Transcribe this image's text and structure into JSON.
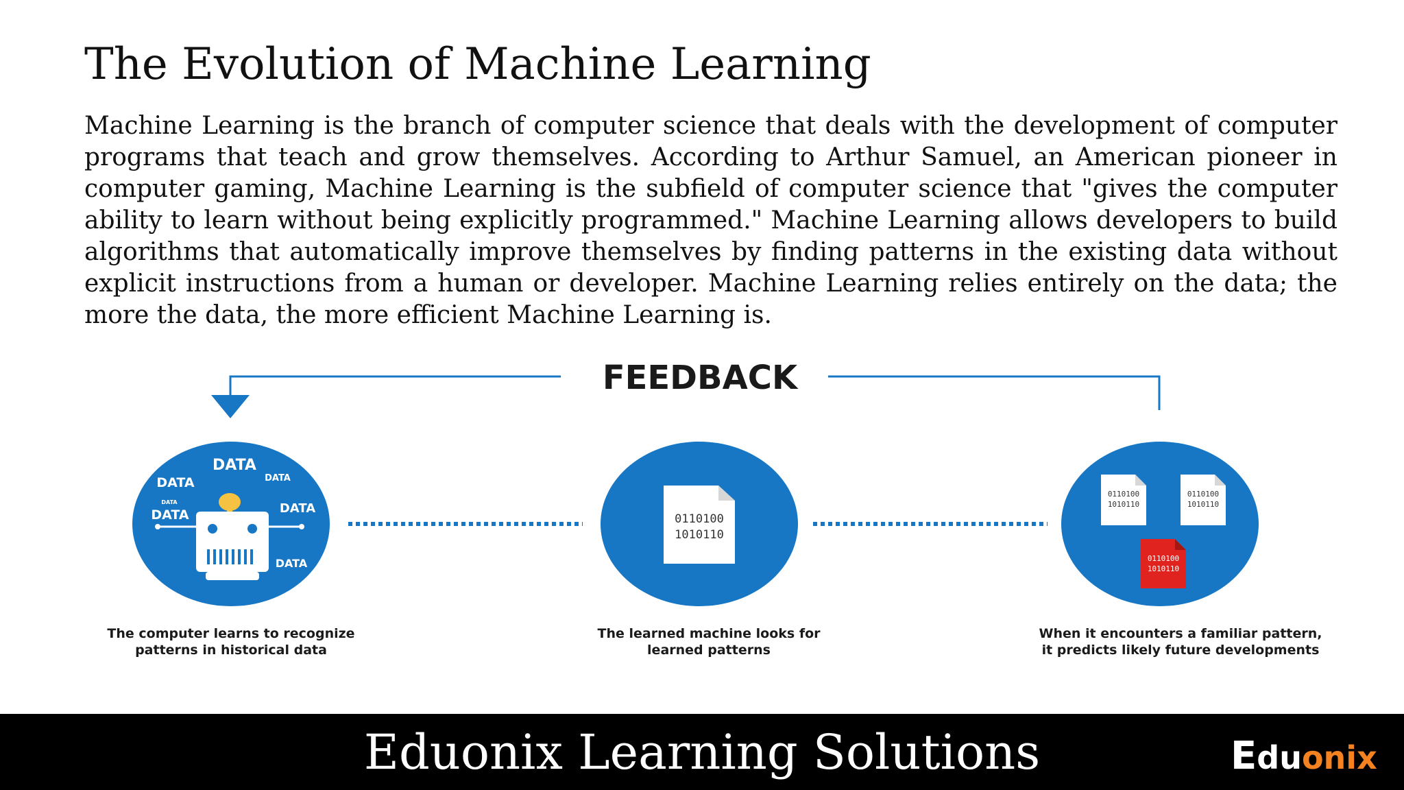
{
  "slide": {
    "title": "The Evolution of Machine Learning",
    "body": "Machine Learning is the branch of computer science that deals with the development of computer programs that teach and grow themselves. According to Arthur Samuel, an American pioneer in computer gaming, Machine Learning is the subfield of computer science that \"gives the computer ability to learn without being explicitly programmed.\" Machine Learning allows developers to build algorithms that automatically improve themselves by finding patterns in the existing data without explicit instructions from a human or developer. Machine Learning relies entirely on the data; the more the data, the more efficient Machine Learning is."
  },
  "diagram": {
    "feedback_label": "FEEDBACK",
    "data_word": "DATA",
    "binary_line_1": "0110100",
    "binary_line_2": "1010110",
    "captions": [
      "The computer learns to recognize\npatterns in historical data",
      "The learned machine looks for\nlearned patterns",
      "When it encounters a familiar pattern,\nit predicts likely future developments"
    ],
    "colors": {
      "circle": "#1777C4",
      "highlight_doc": "#E0231E",
      "robot_antenna": "#F5C242"
    }
  },
  "footer": {
    "text": "Eduonix Learning Solutions",
    "logo_prefix": "E",
    "logo_du": "du",
    "logo_onix": "onix",
    "logo_colors": {
      "prefix": "#ffffff",
      "du": "#ffffff",
      "onix": "#F58220"
    }
  }
}
